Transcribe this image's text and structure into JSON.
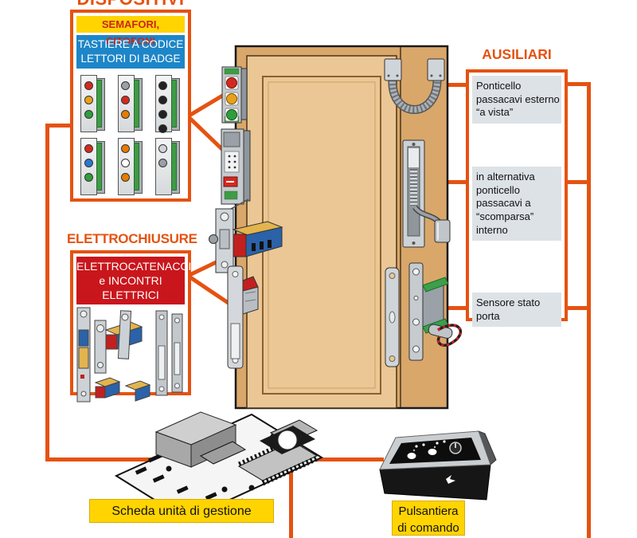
{
  "colors": {
    "accent_orange": "#e55211",
    "banner_yellow": "#ffd400",
    "banner_blue": "#1d86c8",
    "banner_red": "#c9161c",
    "label_gray": "#dde2e6"
  },
  "top_title": "DISPOSITIVI",
  "semafori_box": {
    "banner_yellow_text": "SEMAFORI, CITOFONI",
    "banner_blue_line1": "TASTIERE A CODICE",
    "banner_blue_line2": "LETTORI DI BADGE",
    "devices": [
      {
        "name": "semaforo-rosso-giallo-verde",
        "indicators": [
          "#d42a1e",
          "#e8a11c",
          "#2f9e3c"
        ]
      },
      {
        "name": "citofono",
        "indicators": [
          "#9aa0a5",
          "#d42a1e",
          "#e87b00"
        ]
      },
      {
        "name": "tastiera-a-codice",
        "indicators": [
          "#222222",
          "#222222",
          "#222222",
          "#222222"
        ]
      },
      {
        "name": "semaforo-con-chiave",
        "indicators": [
          "#d42a1e",
          "#2b77cc",
          "#2f9e3c"
        ]
      },
      {
        "name": "lettore-badge",
        "indicators": [
          "#e87b00",
          "#ffffff",
          "#e87b00"
        ]
      },
      {
        "name": "pannello-neutro",
        "indicators": [
          "#cfd4d8",
          "#9aa0a5"
        ]
      }
    ]
  },
  "elettrochiusure": {
    "title": "ELETTROCHIUSURE",
    "banner_line1": "ELETTROCATENACCI",
    "banner_line2": "e INCONTRI ELETTRICI"
  },
  "ausiliari": {
    "title": "AUSILIARI",
    "label_ponticello_esterno": "Ponticello passacavi esterno “a vista”",
    "label_ponticello_interno": "in alternativa ponticello passacavi a “scomparsa” interno",
    "label_sensore": "Sensore stato porta"
  },
  "bottom_labels": {
    "scheda": "Scheda unità di gestione",
    "pulsantiera_line1": "Pulsantiera",
    "pulsantiera_line2": "di comando"
  },
  "icons": [
    "door-illustration",
    "semaforo-device",
    "badge-reader-device",
    "electric-bolt-device",
    "electric-strike-device",
    "cable-loop-external",
    "cable-channel-internal",
    "door-state-sensor",
    "control-board-illustration",
    "push-button-console-illustration"
  ]
}
